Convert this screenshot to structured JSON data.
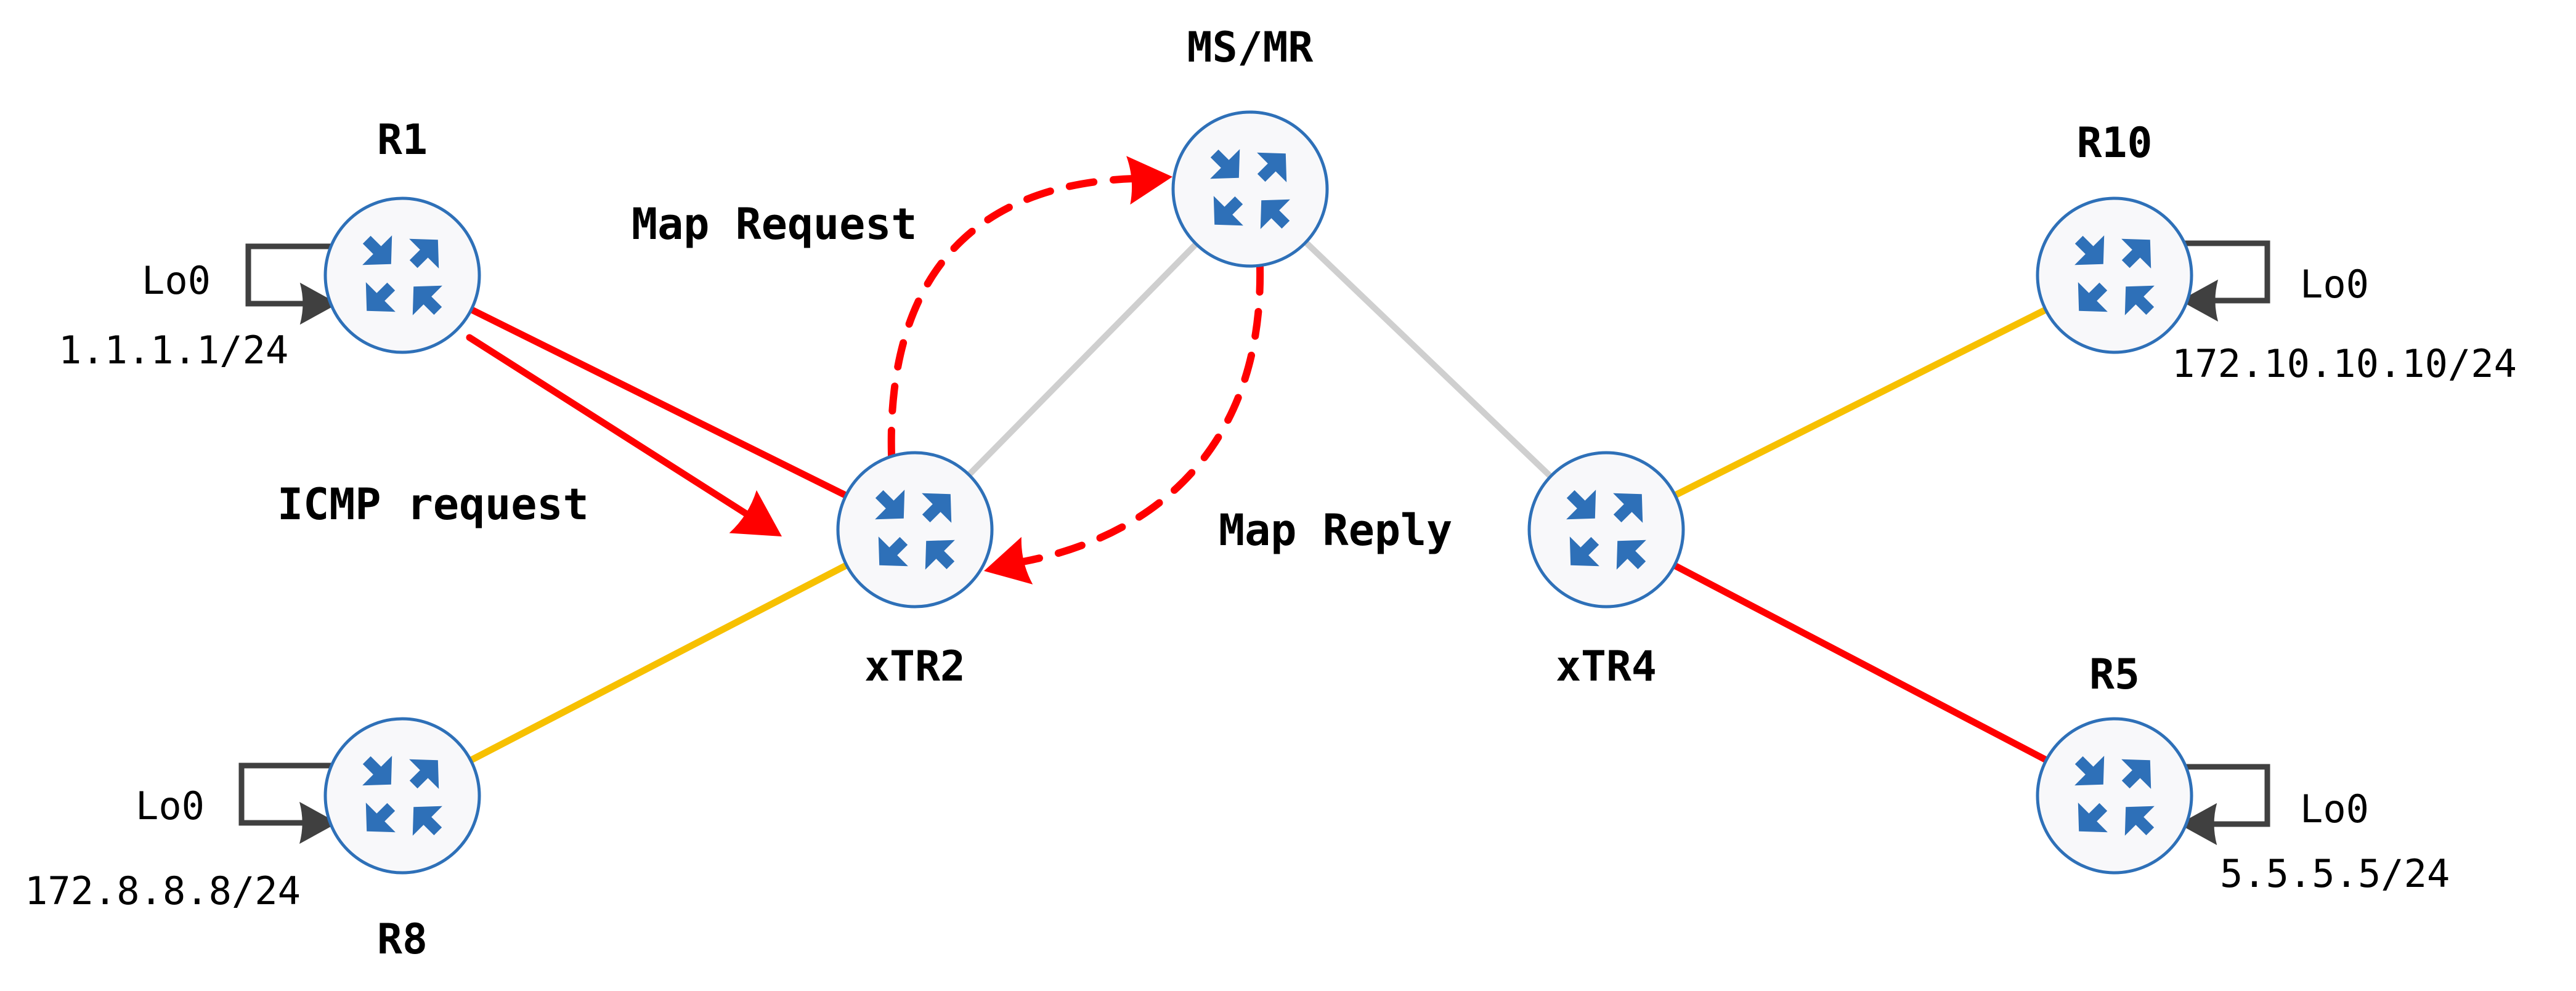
{
  "colors": {
    "router_stroke": "#2e70b8",
    "router_fill": "#f8f8fa",
    "router_arrow": "#2e70b8",
    "link_gray": "#cfcfcf",
    "link_red": "#ff0000",
    "link_yellow": "#f7c000",
    "loopback": "#404040",
    "flow_red": "#ff0000"
  },
  "nodes": [
    {
      "id": "ms-mr",
      "label": "MS/MR",
      "role": "map-server/map-resolver"
    },
    {
      "id": "r1",
      "label": "R1",
      "loopback": {
        "name": "Lo0",
        "ip": "1.1.1.1/24"
      }
    },
    {
      "id": "r8",
      "label": "R8",
      "loopback": {
        "name": "Lo0",
        "ip": "172.8.8.8/24"
      }
    },
    {
      "id": "xtr2",
      "label": "xTR2",
      "role": "xTR"
    },
    {
      "id": "xtr4",
      "label": "xTR4",
      "role": "xTR"
    },
    {
      "id": "r10",
      "label": "R10",
      "loopback": {
        "name": "Lo0",
        "ip": "172.10.10.10/24"
      }
    },
    {
      "id": "r5",
      "label": "R5",
      "loopback": {
        "name": "Lo0",
        "ip": "5.5.5.5/24"
      }
    }
  ],
  "links": [
    {
      "from": "r1",
      "to": "xtr2",
      "color": "red"
    },
    {
      "from": "r8",
      "to": "xtr2",
      "color": "yellow"
    },
    {
      "from": "xtr2",
      "to": "ms-mr",
      "color": "gray"
    },
    {
      "from": "ms-mr",
      "to": "xtr4",
      "color": "gray"
    },
    {
      "from": "xtr4",
      "to": "r10",
      "color": "yellow"
    },
    {
      "from": "xtr4",
      "to": "r5",
      "color": "red"
    }
  ],
  "flows": [
    {
      "id": "icmp-request",
      "label": "ICMP request",
      "from": "r1",
      "to": "xtr2",
      "style": "solid"
    },
    {
      "id": "map-request",
      "label": "Map Request",
      "from": "xtr2",
      "to": "ms-mr",
      "style": "dashed"
    },
    {
      "id": "map-reply",
      "label": "Map Reply",
      "from": "ms-mr",
      "to": "xtr2",
      "style": "dashed"
    }
  ]
}
